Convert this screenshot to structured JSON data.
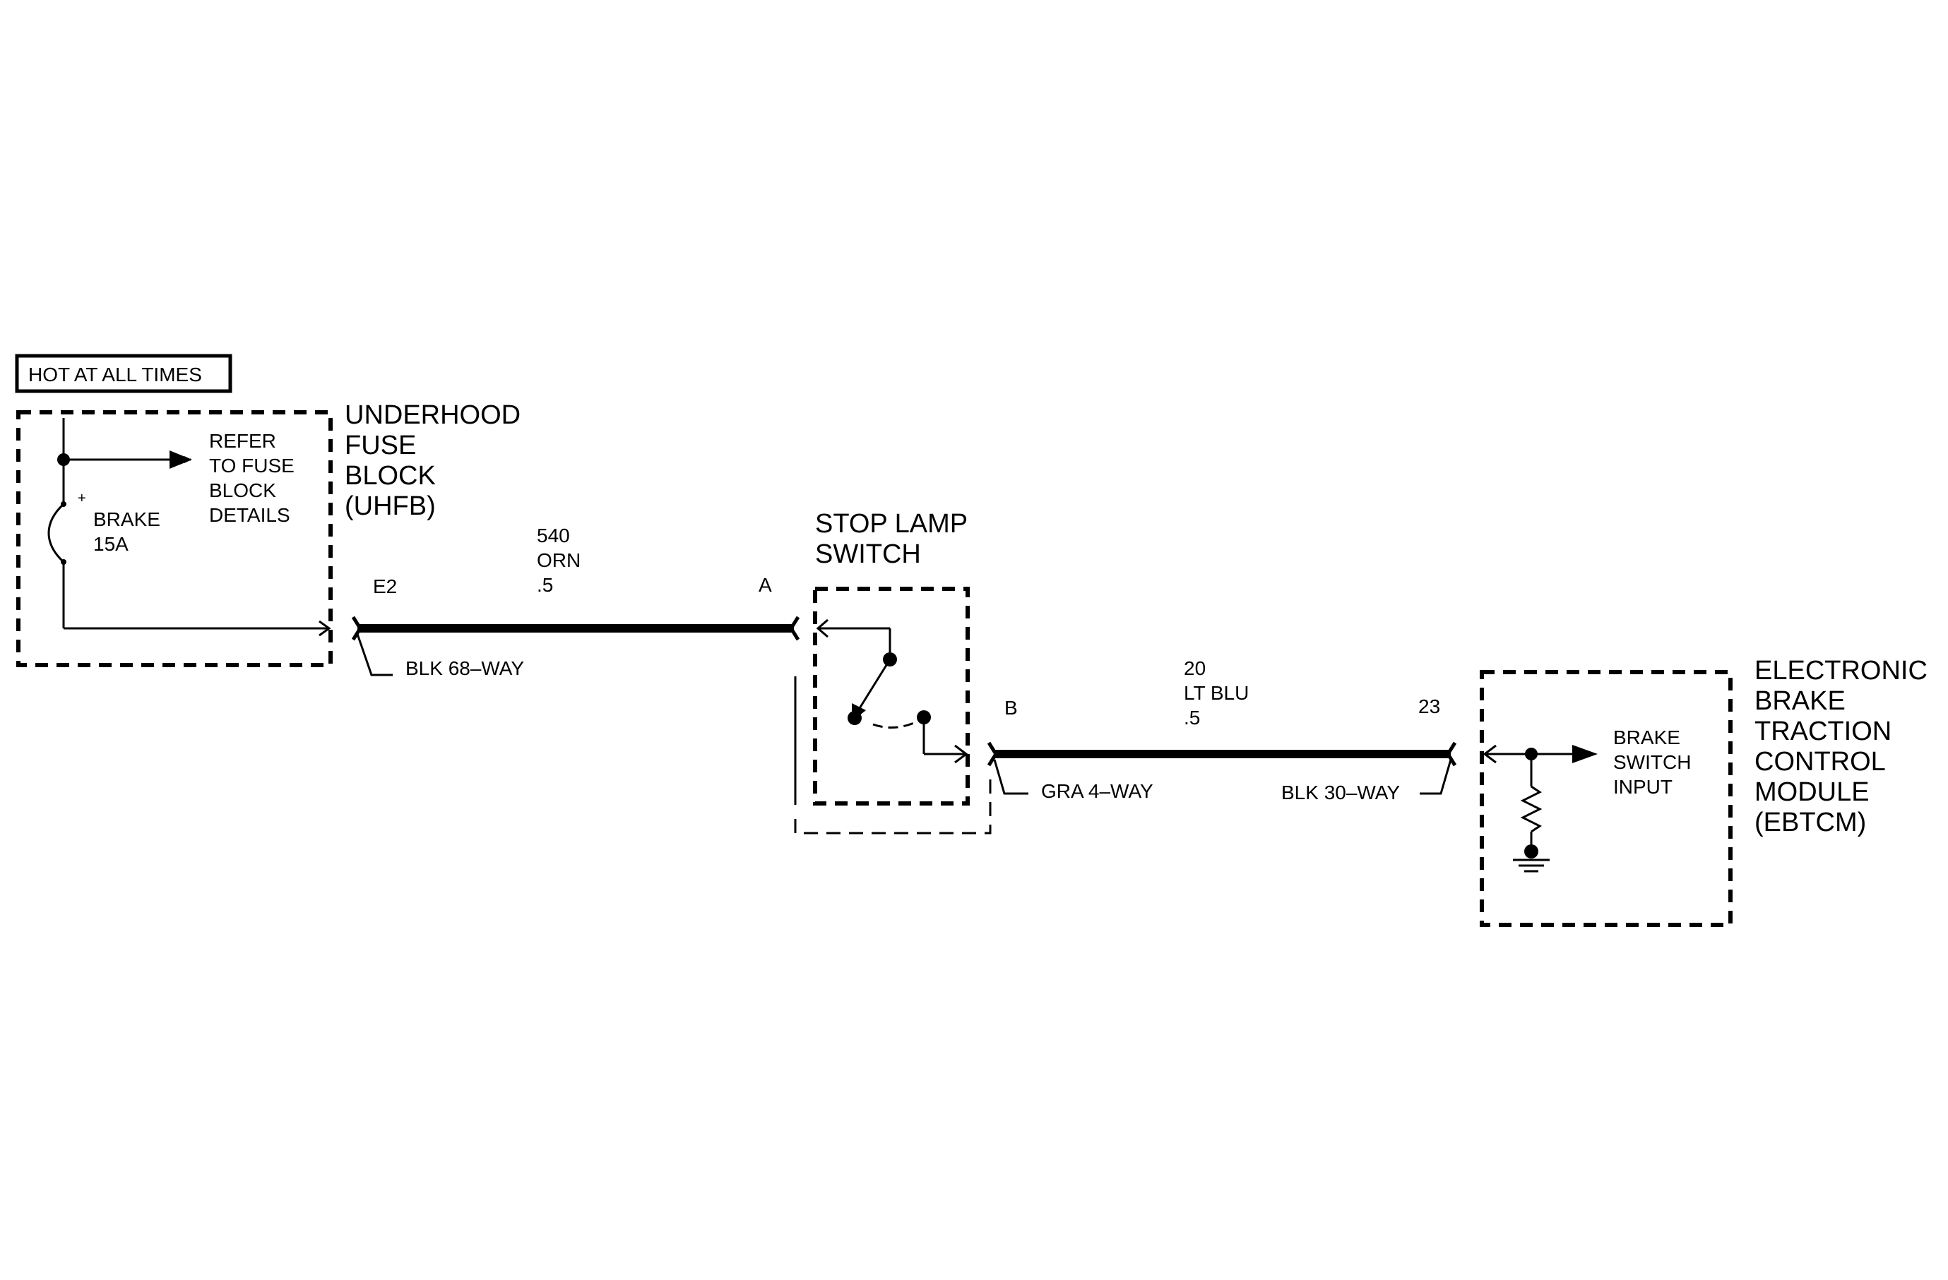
{
  "colors": {
    "ink": "#000000",
    "background": "#ffffff"
  },
  "power_label": "HOT AT ALL TIMES",
  "fuse_block": {
    "name_lines": [
      "UNDERHOOD",
      "FUSE",
      "BLOCK",
      "(UHFB)"
    ],
    "fuse_name": "BRAKE",
    "fuse_rating": "15A",
    "fuse_polarity": "+",
    "refer_lines": [
      "REFER",
      "TO FUSE",
      "BLOCK",
      "DETAILS"
    ],
    "terminal": "E2",
    "connector": "BLK 68–WAY"
  },
  "wire_1": {
    "circuit": "540",
    "color": "ORN",
    "gauge": ".5"
  },
  "stop_lamp_switch": {
    "name_lines": [
      "STOP LAMP",
      "SWITCH"
    ],
    "terminal_in": "A",
    "terminal_out": "B",
    "connector": "GRA 4–WAY"
  },
  "wire_2": {
    "circuit": "20",
    "color": "LT BLU",
    "gauge": ".5"
  },
  "ebtcm": {
    "name_lines": [
      "ELECTRONIC",
      "BRAKE",
      "TRACTION",
      "CONTROL",
      "MODULE",
      "(EBTCM)"
    ],
    "terminal": "23",
    "connector": "BLK 30–WAY",
    "input_lines": [
      "BRAKE",
      "SWITCH",
      "INPUT"
    ]
  }
}
